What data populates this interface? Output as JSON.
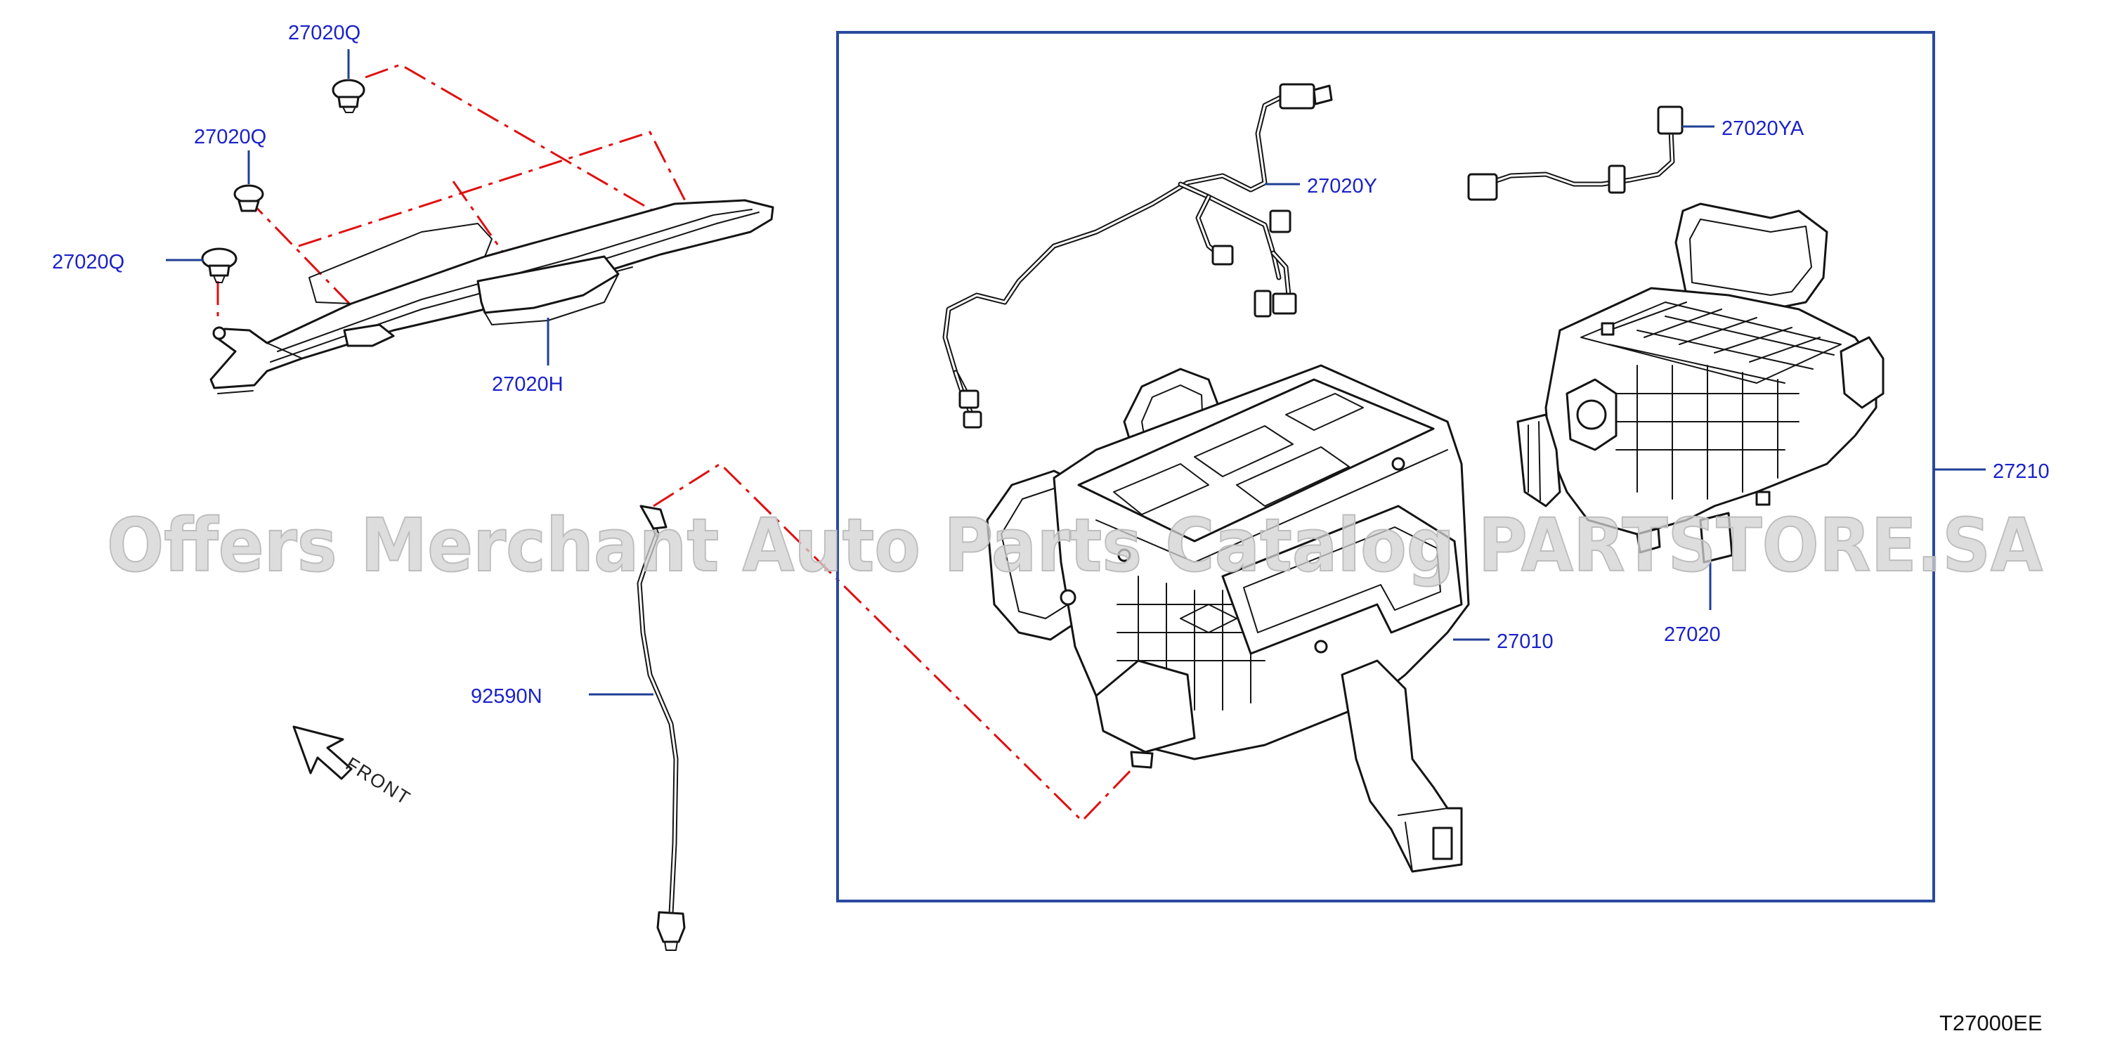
{
  "callouts": {
    "clip_top": "27020Q",
    "clip_mid": "27020Q",
    "clip_left": "27020Q",
    "duct": "27020H",
    "harness_y": "27020Y",
    "harness_ya": "27020YA",
    "assembly": "27210",
    "heater_unit": "27010",
    "blower_unit": "27020",
    "drain_hose": "92590N"
  },
  "front_label": "FRONT",
  "diagram_code": "T27000EE",
  "watermark": "Offers Merchant Auto Parts Catalog PARTSTORE.SA",
  "colors": {
    "callout_text": "#1a22c8",
    "leader_line": "#1f3f96",
    "dash_line": "#e01010",
    "part_outline": "#141414"
  }
}
